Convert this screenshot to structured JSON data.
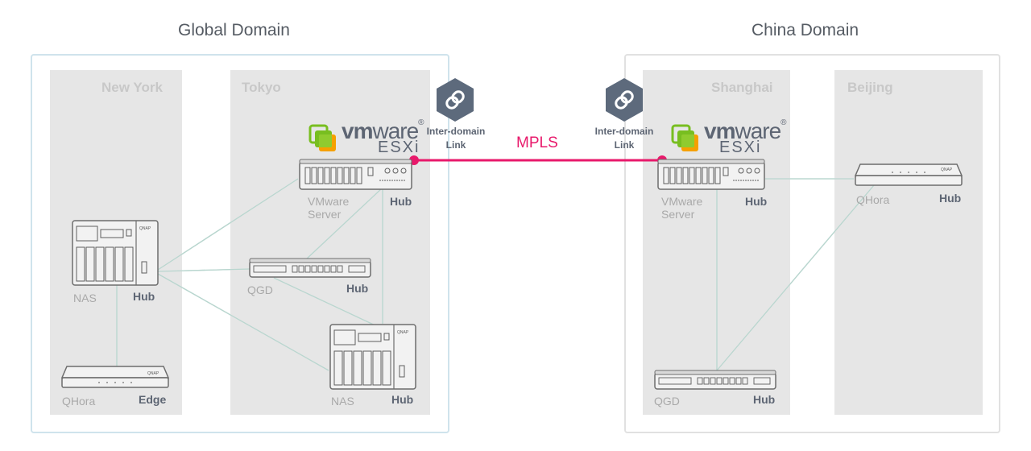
{
  "domains": {
    "global": {
      "title": "Global Domain",
      "border_color": "#cfe3ec"
    },
    "china": {
      "title": "China Domain",
      "border_color": "#e1e1e1"
    }
  },
  "cities": {
    "new_york": "New York",
    "tokyo": "Tokyo",
    "shanghai": "Shanghai",
    "beijing": "Beijing"
  },
  "devices": {
    "ny_nas": {
      "name": "NAS",
      "role": "Hub"
    },
    "ny_qhora": {
      "name": "QHora",
      "role": "Edge"
    },
    "tokyo_vmware": {
      "name": "VMware\nServer",
      "role": "Hub"
    },
    "tokyo_qgd": {
      "name": "QGD",
      "role": "Hub"
    },
    "tokyo_nas": {
      "name": "NAS",
      "role": "Hub"
    },
    "shanghai_vmware": {
      "name": "VMware\nServer",
      "role": "Hub"
    },
    "shanghai_qgd": {
      "name": "QGD",
      "role": "Hub"
    },
    "beijing_qhora": {
      "name": "QHora",
      "role": "Hub"
    }
  },
  "vmware_logo": {
    "vm": "vm",
    "ware": "ware",
    "product": "ESXi",
    "reg": "®"
  },
  "links": {
    "inter_domain_left": "Inter-domain\nLink",
    "inter_domain_right": "Inter-domain\nLink",
    "mpls": "MPLS"
  },
  "colors": {
    "accent_mpls": "#e8196b",
    "connection_line": "#b9d6cf",
    "link_hex": "#5d6a7c",
    "vmware_green": "#78be20",
    "vmware_orange": "#f5a000"
  },
  "icons": [
    "link-chain-icon",
    "vmware-logo-icon",
    "nas-icon",
    "server-icon",
    "switch-icon",
    "router-icon"
  ]
}
